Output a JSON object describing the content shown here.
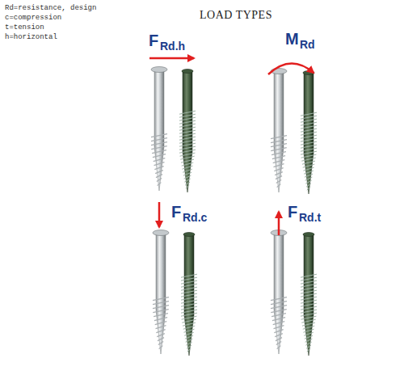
{
  "diagram": {
    "title": "LOAD TYPES",
    "labels": [
      "Rd=resistance, design",
      "c=compression",
      "t=tension",
      "h=horizontal",
      "F",
      "Rd.h",
      "M",
      "Rd",
      "F",
      "Rd.c",
      "F",
      "Rd.t"
    ]
  }
}
